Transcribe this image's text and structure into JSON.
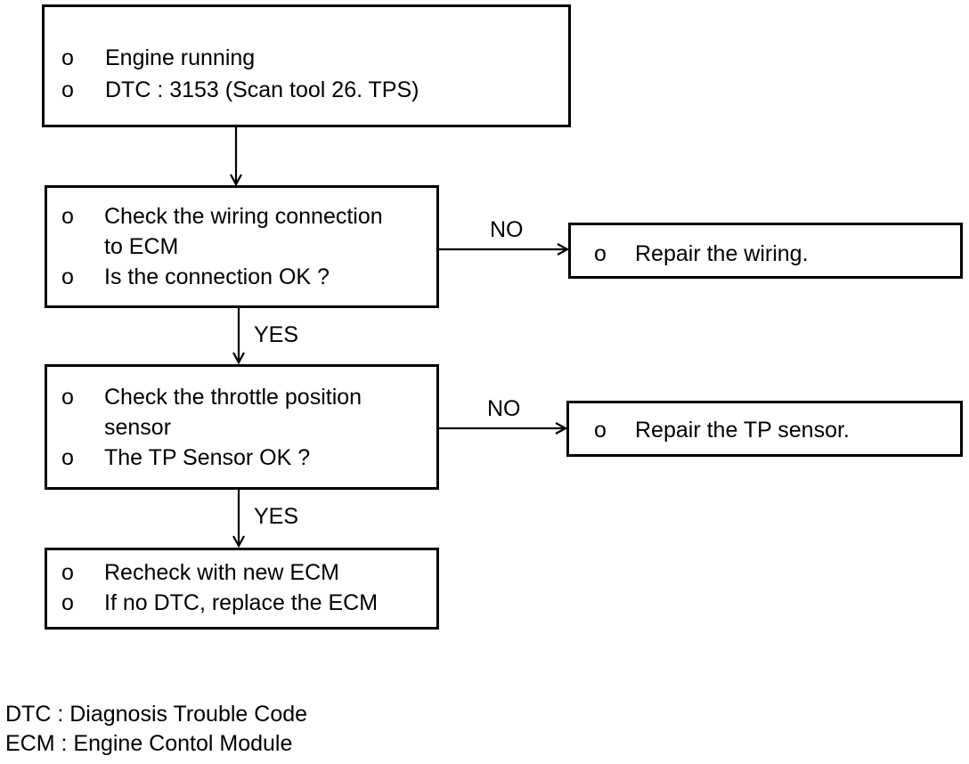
{
  "bullet_symbol": "o",
  "steps": {
    "start": {
      "items": [
        "Engine running",
        "DTC : 3153 (Scan tool 26. TPS)"
      ]
    },
    "wiring_check": {
      "item1_line1": "Check the wiring connection",
      "item1_line2": "to ECM",
      "item2": "Is the connection OK ?"
    },
    "repair_wiring": {
      "item": "Repair the wiring."
    },
    "tp_check": {
      "item1_line1": "Check the throttle position",
      "item1_line2": "sensor",
      "item2": " The TP Sensor OK ?"
    },
    "repair_tp": {
      "item": "Repair the TP sensor."
    },
    "final": {
      "items": [
        "Recheck with new ECM",
        "If no DTC, replace the ECM"
      ]
    }
  },
  "labels": {
    "no1": "NO",
    "yes1": "YES",
    "no2": "NO",
    "yes2": "YES"
  },
  "legend": [
    "DTC : Diagnosis Trouble Code",
    "ECM : Engine Contol Module"
  ]
}
